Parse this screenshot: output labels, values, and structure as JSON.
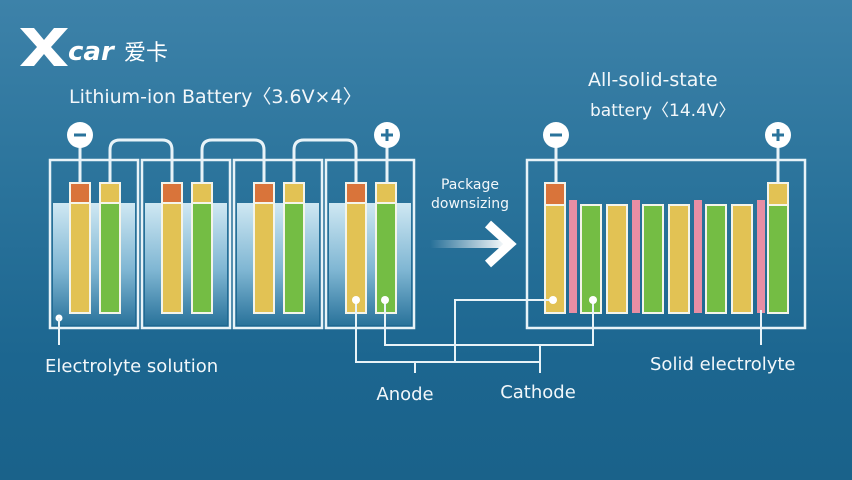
{
  "logo": {
    "brand_latin": "Xcar",
    "brand_cjk": "爱卡"
  },
  "left": {
    "title": "Lithium-ion Battery〈3.6V×4〉",
    "cell_count": 4,
    "negative_terminal": "−",
    "positive_terminal": "+",
    "labels": {
      "electrolyte": "Electrolyte solution"
    }
  },
  "middle": {
    "line1": "Package",
    "line2": "downsizing"
  },
  "right": {
    "title_line1": "All-solid-state",
    "title_line2": "battery〈14.4V〉",
    "negative_terminal": "−",
    "positive_terminal": "+",
    "labels": {
      "solid_electrolyte": "Solid electrolyte"
    }
  },
  "shared_labels": {
    "anode": "Anode",
    "cathode": "Cathode"
  },
  "colors": {
    "background": "#2a739b",
    "line": "#e8f3f8",
    "anode": "#e2c254",
    "cathode": "#74bd44",
    "tab_negative": "#d9743a",
    "tab_positive": "#e2c254",
    "solid_electrolyte": "#e88ea4",
    "liquid_top": "#bfe0ef"
  }
}
